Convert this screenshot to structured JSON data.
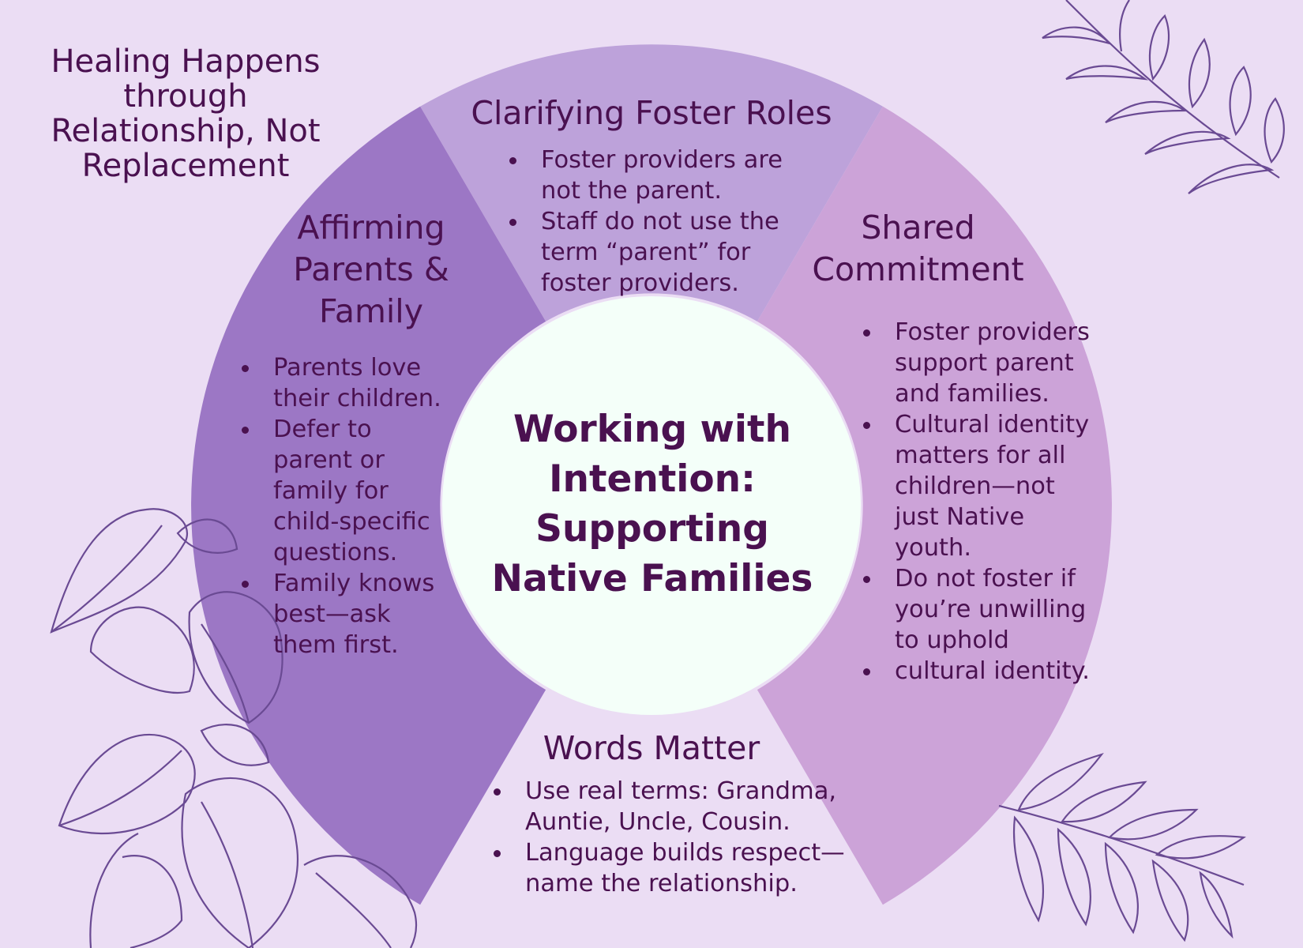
{
  "corner_title": "Healing Happens through Relationship, Not Replacement",
  "center_title": "Working with Intention: Supporting Native Families",
  "segments": {
    "top": {
      "title": "Clarifying Foster Roles",
      "bullets": [
        "Foster providers are not the parent.",
        "Staff do not use the term “parent” for foster providers."
      ]
    },
    "left": {
      "title": "Affirming Parents & Family",
      "bullets": [
        "Parents love their children.",
        "Defer to parent or family for child-specific questions.",
        "Family knows best—ask them first."
      ]
    },
    "right": {
      "title": "Shared Commitment",
      "bullets": [
        "Foster providers support parent and families.",
        "Cultural identity matters for all children—not just Native youth.",
        "Do not foster if you’re unwilling to uphold",
        "cultural identity."
      ]
    },
    "bottom": {
      "title": "Words Matter",
      "bullets": [
        "Use real terms: Grandma, Auntie, Uncle, Cousin.",
        "Language builds respect—name the relationship."
      ]
    }
  },
  "colors": {
    "background": "#ebddf4",
    "segment_top": "#bda2da",
    "segment_left": "#9c77c5",
    "segment_right": "#cca3d8",
    "center": "#f4fff9",
    "text": "#4a1150",
    "leaf_stroke": "#6a4a93"
  },
  "decorations": [
    "fern-branch-icon",
    "heart-leaf-plant-icon",
    "fern-branch-icon"
  ]
}
